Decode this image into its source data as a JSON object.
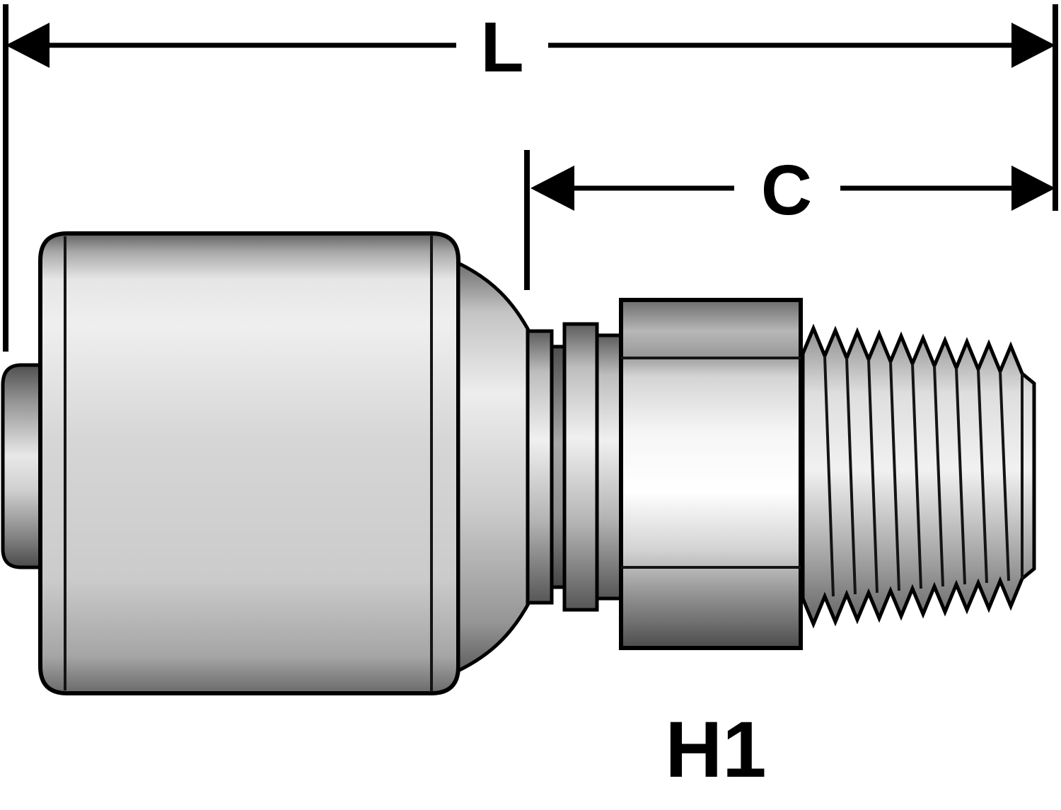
{
  "diagram": {
    "dim_length": {
      "label": "L"
    },
    "dim_cutoff": {
      "label": "C"
    },
    "part_label": "H1"
  },
  "colors": {
    "line": "#000000",
    "background": "#ffffff",
    "metal_light": "#f2f2f2",
    "metal_mid": "#c9c9c9",
    "metal_dark": "#5f5f5f"
  }
}
